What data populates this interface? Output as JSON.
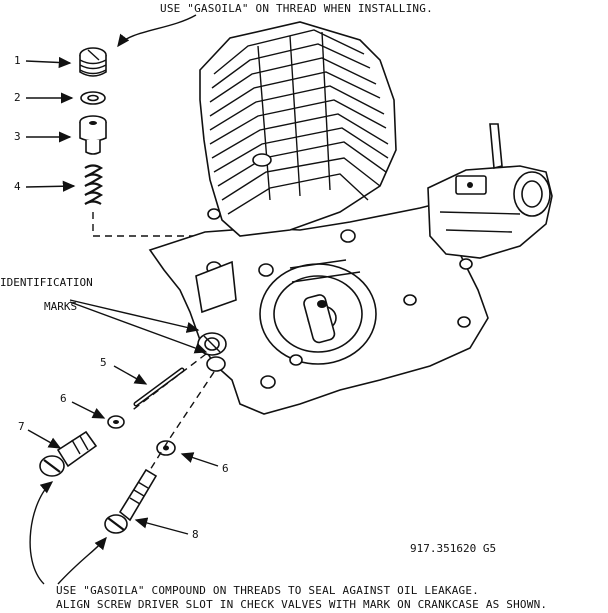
{
  "notes": {
    "top": "USE \"GASOILA\" ON THREAD WHEN INSTALLING.",
    "bottom_line1": "USE \"GASOILA\" COMPOUND ON THREADS TO SEAL AGAINST OIL LEAKAGE.",
    "bottom_line2": "ALIGN SCREW DRIVER SLOT IN CHECK VALVES WITH MARK ON CRANKCASE AS SHOWN."
  },
  "identification": {
    "line1": "IDENTIFICATION",
    "line2": "MARKS"
  },
  "callouts": {
    "c1": "1",
    "c2": "2",
    "c3": "3",
    "c4": "4",
    "c5": "5",
    "c6a": "6",
    "c6b": "6",
    "c7": "7",
    "c8": "8"
  },
  "figure_id": "917.351620  G5"
}
